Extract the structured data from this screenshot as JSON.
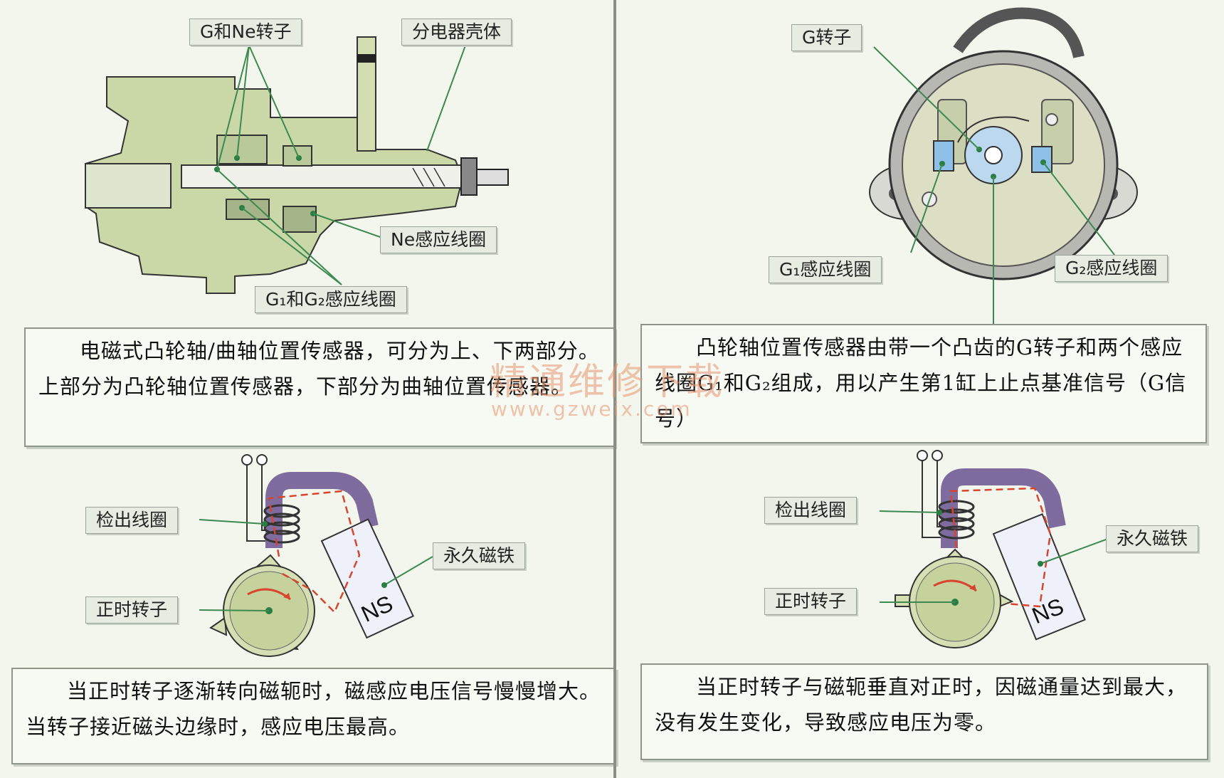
{
  "top_left": {
    "labels": {
      "g_ne_rotor": "G和Ne转子",
      "distributor_housing": "分电器壳体",
      "ne_pickup_coil": "Ne感应线圈",
      "g1_g2_coils": "G₁和G₂感应线圈"
    },
    "caption": "电磁式凸轮轴/曲轴位置传感器，可分为上、下两部分。上部分为凸轮轴位置传感器，下部分为曲轴位置传感器。"
  },
  "top_right": {
    "labels": {
      "g_rotor": "G转子",
      "g1_coil": "G₁感应线圈",
      "g2_coil": "G₂感应线圈"
    },
    "caption": "凸轮轴位置传感器由带一个凸齿的G转子和两个感应线圈G₁和G₂组成，用以产生第1缸上止点基准信号（G信号）"
  },
  "bottom_left": {
    "labels": {
      "detect_coil": "检出线圈",
      "permanent_magnet": "永久磁铁",
      "timing_rotor": "正时转子",
      "magnet_poles": "NS"
    },
    "caption": "当正时转子逐渐转向磁轭时，磁感应电压信号慢慢增大。当转子接近磁头边缘时，感应电压最高。"
  },
  "bottom_right": {
    "labels": {
      "detect_coil": "检出线圈",
      "permanent_magnet": "永久磁铁",
      "timing_rotor": "正时转子",
      "magnet_poles": "NS"
    },
    "caption": "当正时转子与磁轭垂直对正时，因磁通量达到最大，没有发生变化，导致感应电压为零。"
  },
  "watermark": {
    "title": "精通维修下载",
    "url": "www.gzweix.com"
  },
  "colors": {
    "housing_green": "#c9d8a6",
    "leader_green": "#3c8a50",
    "flux_red": "#d8452f",
    "coil_purple": "#8a77a8",
    "magnet_fill": "#eef1fa",
    "sensor_blue": "#8ec0e8"
  }
}
